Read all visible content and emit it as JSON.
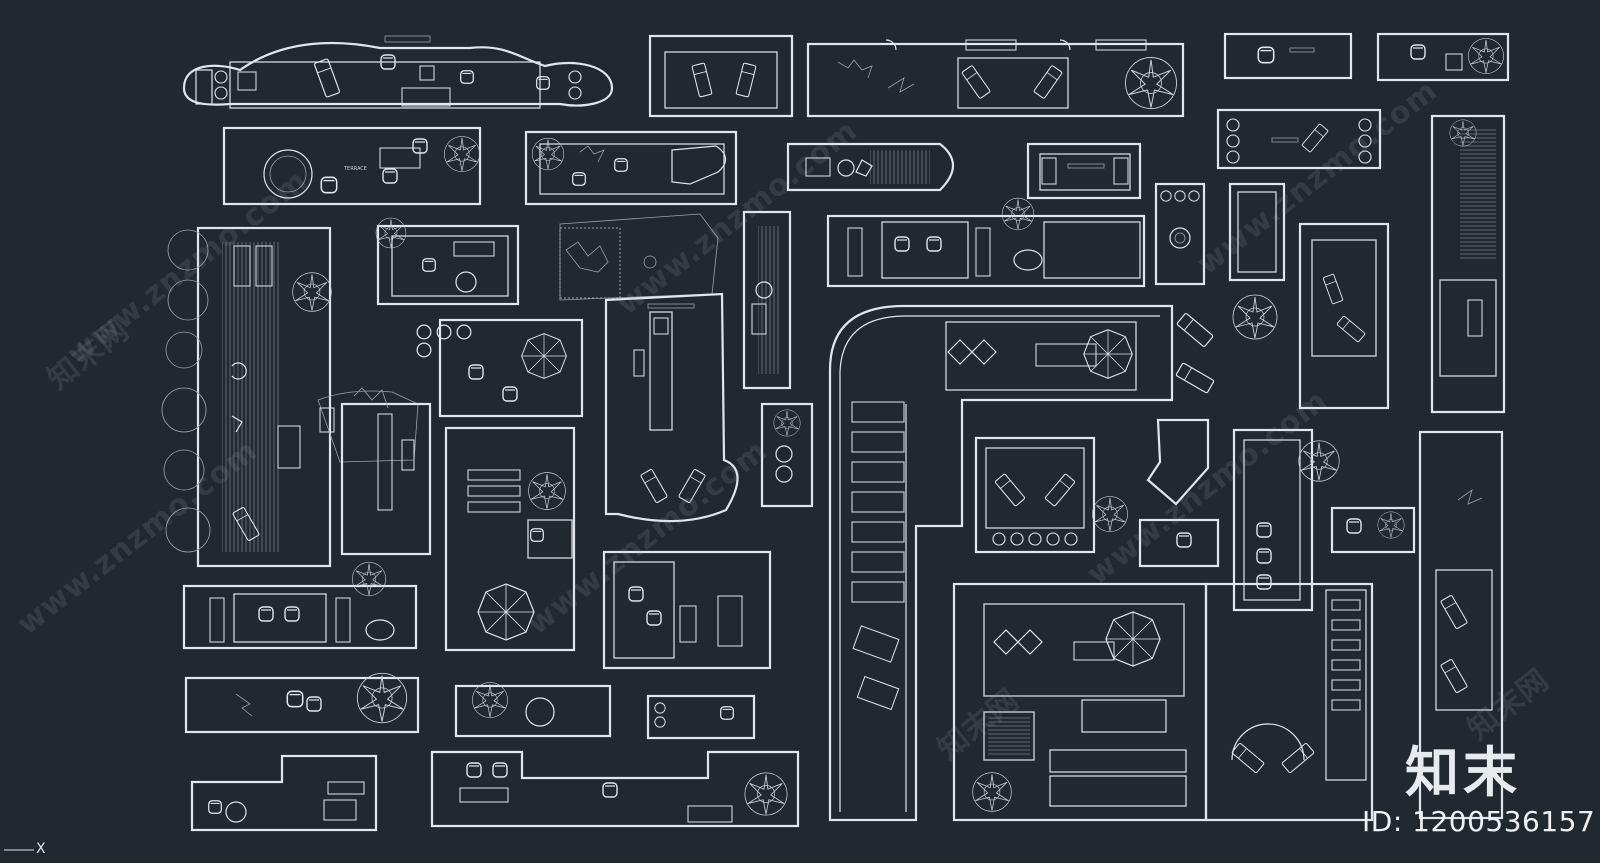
{
  "app": {
    "background": "#212830",
    "line_color": "#e2e6ea"
  },
  "watermark": {
    "text": "www.znzmo.com",
    "alt_text": "知末网"
  },
  "brand": {
    "logo_text": "知末",
    "id_label": "ID: 1200536157"
  },
  "ucs": {
    "axis_x": "X"
  },
  "labels": {
    "terrace": "TERRACE"
  }
}
